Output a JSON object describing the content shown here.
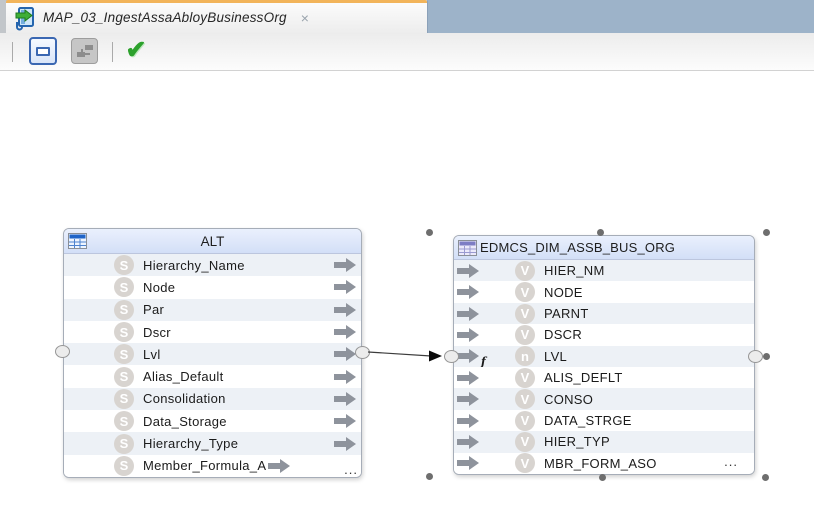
{
  "window": {
    "tab": {
      "title": "MAP_03_IngestAssaAbloyBusinessOrg",
      "close_glyph": "×"
    }
  },
  "toolbar": {
    "validate_glyph": "✔"
  },
  "canvas": {
    "source_table": {
      "title": "ALT",
      "more_indicator": "...",
      "fields": [
        {
          "name": "Hierarchy_Name",
          "type": "S"
        },
        {
          "name": "Node",
          "type": "S"
        },
        {
          "name": "Par",
          "type": "S"
        },
        {
          "name": "Dscr",
          "type": "S"
        },
        {
          "name": "Lvl",
          "type": "S"
        },
        {
          "name": "Alias_Default",
          "type": "S"
        },
        {
          "name": "Consolidation",
          "type": "S"
        },
        {
          "name": "Data_Storage",
          "type": "S"
        },
        {
          "name": "Hierarchy_Type",
          "type": "S"
        },
        {
          "name": "Member_Formula_A",
          "type": "S"
        }
      ]
    },
    "target_table": {
      "title": "EDMCS_DIM_ASSB_BUS_ORG",
      "more_indicator": "...",
      "expression_marker": "f",
      "fields": [
        {
          "name": "HIER_NM",
          "type": "V"
        },
        {
          "name": "NODE",
          "type": "V"
        },
        {
          "name": "PARNT",
          "type": "V"
        },
        {
          "name": "DSCR",
          "type": "V"
        },
        {
          "name": "LVL",
          "type": "n"
        },
        {
          "name": "ALIS_DEFLT",
          "type": "V"
        },
        {
          "name": "CONSO",
          "type": "V"
        },
        {
          "name": "DATA_STRGE",
          "type": "V"
        },
        {
          "name": "HIER_TYP",
          "type": "V"
        },
        {
          "name": "MBR_FORM_ASO",
          "type": "V"
        }
      ]
    },
    "connection": {
      "from_field": "Lvl",
      "to_field": "LVL"
    }
  },
  "colors": {
    "tabstrip": "#9db3c9",
    "active_tab_stripe": "#f2b45a",
    "table_header": "#d9e3f8",
    "row_shade": "#edf1f6",
    "arrow_gray": "#8e939c",
    "validate_green": "#2ca12c"
  }
}
